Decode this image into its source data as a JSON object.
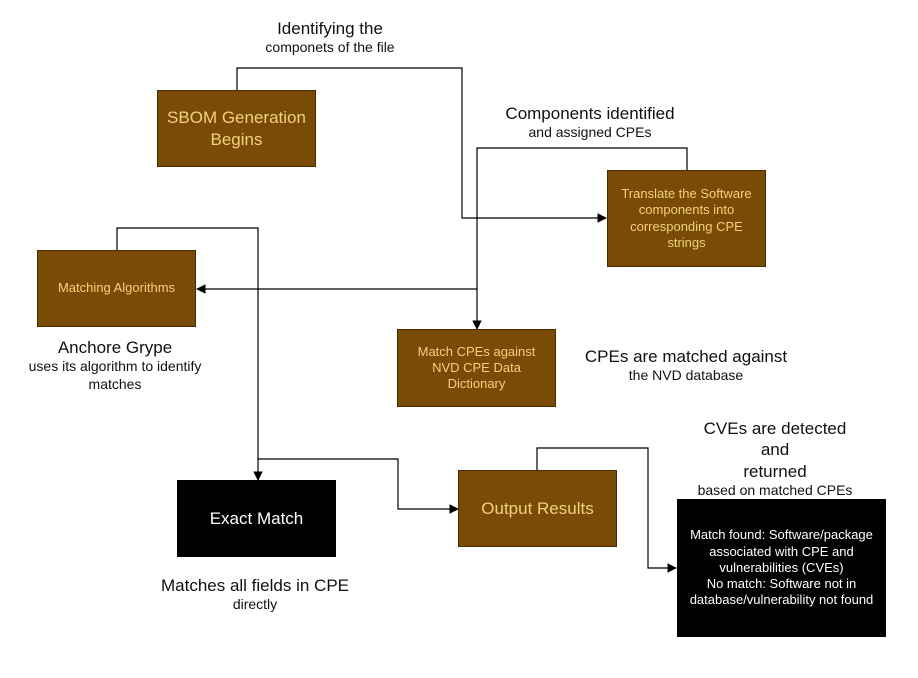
{
  "nodes": {
    "sbom": "SBOM Generation\nBegins",
    "translate": "Translate the Software\ncomponents into\ncorresponding CPE\nstrings",
    "matching": "Matching Algorithms",
    "match_nvd": "Match CPEs against\nNVD CPE Data\nDictionary",
    "exact": "Exact Match",
    "output": "Output Results",
    "result": "Match found: Software/package\nassociated with CPE and\nvulnerabilities (CVEs)\nNo match: Software not in\ndatabase/vulnerability not found"
  },
  "labels": {
    "identifying_title": "Identifying the",
    "identifying_sub": "componets of the file",
    "components_title": "Components identified",
    "components_sub": "and assigned CPEs",
    "anchore_title": "Anchore Grype",
    "anchore_sub": "uses its algorithm to identify\nmatches",
    "cpes_title": "CPEs are matched against",
    "cpes_sub": "the NVD database",
    "cves_title": "CVEs are detected and\nreturned",
    "cves_sub": "based on matched CPEs",
    "exact_title": "Matches all fields in CPE",
    "exact_sub": "directly"
  },
  "colors": {
    "brown_box": "#7a4a07",
    "box_text": "#f2d27a",
    "black_box": "#000000",
    "black_text": "#ffffff"
  }
}
